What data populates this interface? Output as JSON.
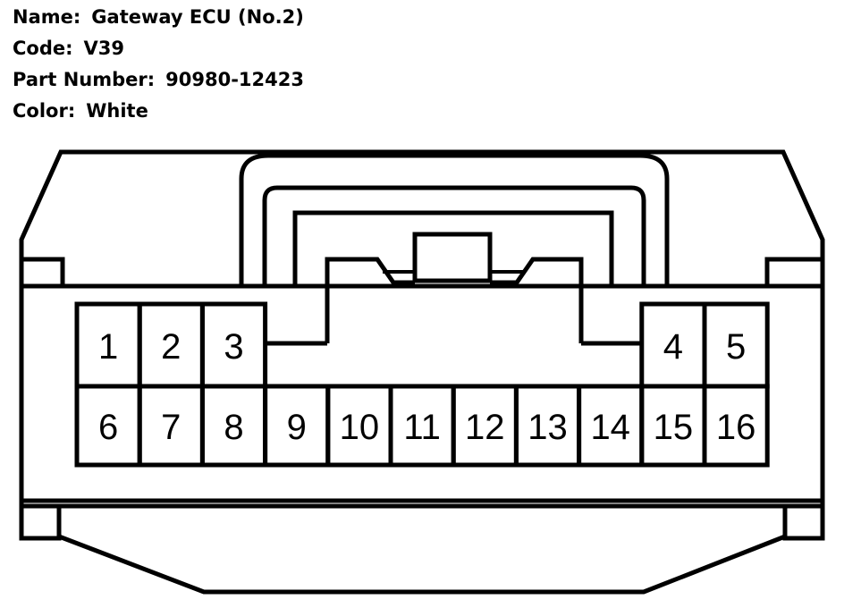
{
  "connector_info": {
    "name_label": "Name:",
    "name_value": "Gateway ECU (No.2)",
    "code_label": "Code:",
    "code_value": "V39",
    "part_number_label": "Part Number:",
    "part_number_value": "90980-12423",
    "color_label": "Color:",
    "color_value": "White"
  },
  "pins": {
    "top_row_left": [
      "1",
      "2",
      "3"
    ],
    "top_row_right": [
      "4",
      "5"
    ],
    "bottom_row": [
      "6",
      "7",
      "8",
      "9",
      "10",
      "11",
      "12",
      "13",
      "14",
      "15",
      "16"
    ]
  },
  "colors": {
    "line": "#000000",
    "background": "#ffffff"
  }
}
